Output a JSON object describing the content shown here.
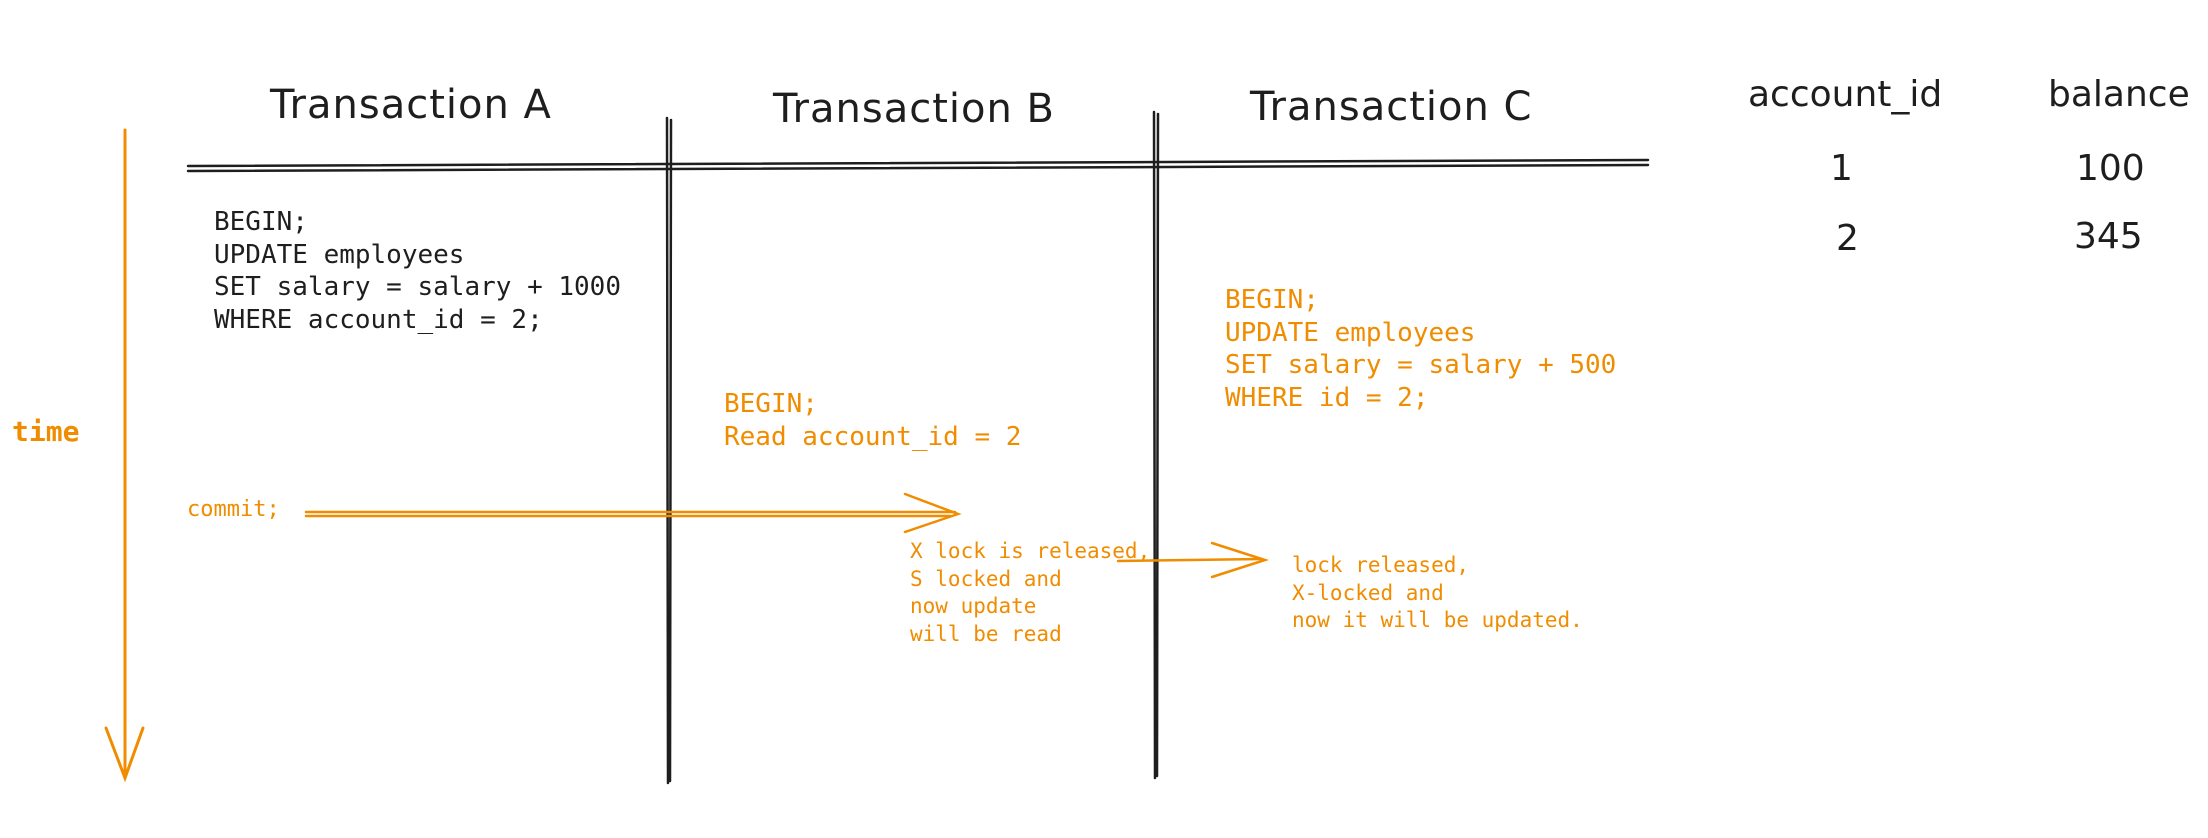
{
  "colors": {
    "ink": "#1e1e1e",
    "accent": "#f08c00"
  },
  "headers": {
    "transaction_a": "Transaction A",
    "transaction_b": "Transaction B",
    "transaction_c": "Transaction C"
  },
  "time_label": "time",
  "transaction_a": {
    "statements": [
      "BEGIN;",
      "UPDATE employees",
      "SET salary = salary + 1000",
      "WHERE account_id = 2;"
    ],
    "commit": "commit;"
  },
  "transaction_b": {
    "statements": [
      "BEGIN;",
      "Read account_id = 2"
    ],
    "note": [
      "X lock is released,",
      "S locked and",
      "now update",
      "will be read"
    ]
  },
  "transaction_c": {
    "statements": [
      "BEGIN;",
      "UPDATE employees",
      "SET salary = salary + 500",
      "WHERE id = 2;"
    ],
    "note": [
      "lock released,",
      "X-locked and",
      "now it will be updated."
    ]
  },
  "table": {
    "columns": [
      "account_id",
      "balance"
    ],
    "rows": [
      [
        "1",
        "100"
      ],
      [
        "2",
        "345"
      ]
    ]
  }
}
